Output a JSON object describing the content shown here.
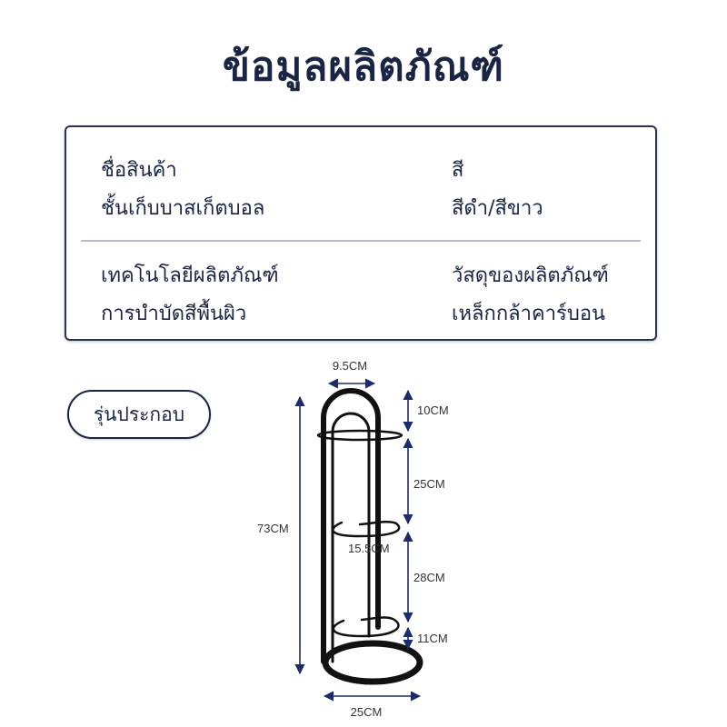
{
  "title": "ข้อมูลผลิตภัณฑ์",
  "specs": {
    "name_label": "ชื่อสินค้า",
    "name_value": "ชั้นเก็บบาสเก็ตบอล",
    "color_label": "สี",
    "color_value": "สีดำ/สีขาว",
    "tech_label": "เทคโนโลยีผลิตภัณฑ์",
    "tech_value": "การบำบัดสีพื้นผิว",
    "material_label": "วัสดุของผลิตภัณฑ์",
    "material_value": "เหล็กกล้าคาร์บอน"
  },
  "model_label": "รุ่นประกอบ",
  "dimensions": {
    "top_width": "9.5CM",
    "total_height": "73CM",
    "top_loop": "10CM",
    "upper_gap": "25CM",
    "ring_diameter": "15.5CM",
    "middle_gap": "28CM",
    "lower_gap": "11CM",
    "base_width": "25CM"
  },
  "colors": {
    "text": "#1a2546",
    "rack": "#111111",
    "arrow": "#1d2a6b"
  }
}
